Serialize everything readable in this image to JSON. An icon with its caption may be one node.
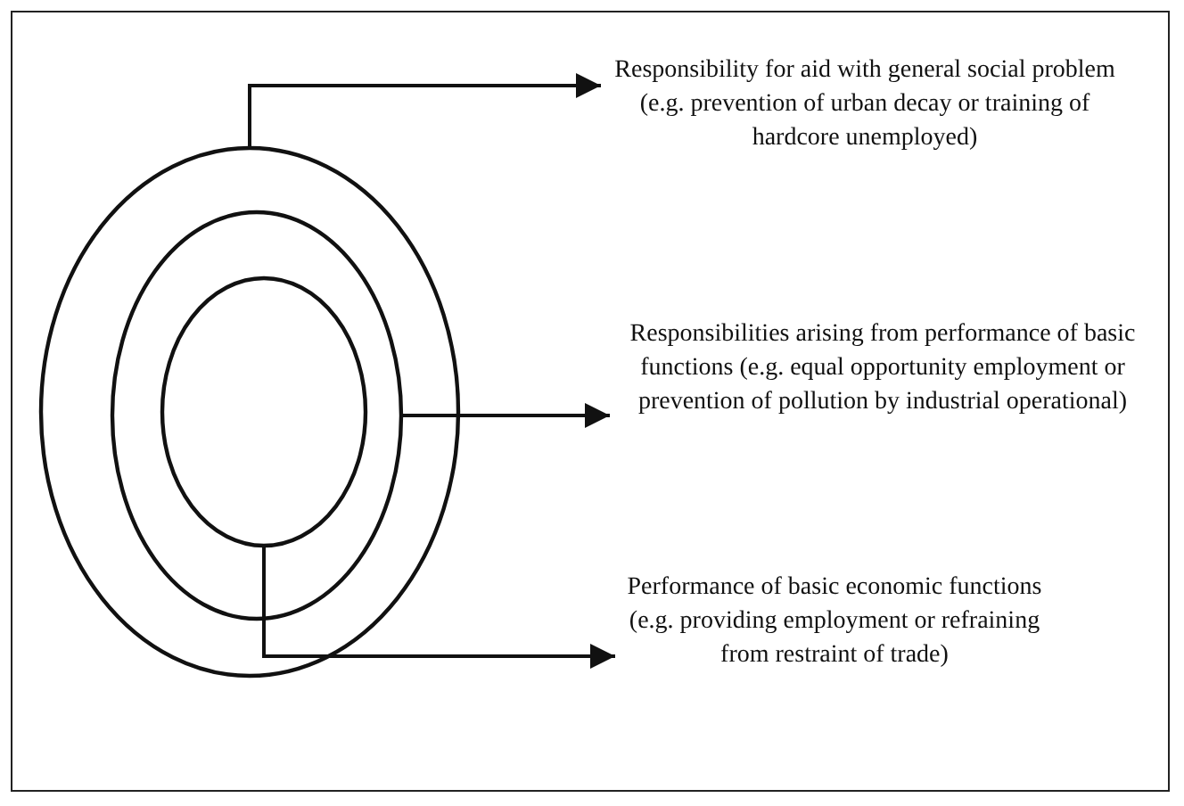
{
  "diagram": {
    "nodes": [
      {
        "text": [],
        "shape": "circle"
      },
      {
        "text": [],
        "shape": "circle",
        "in": 0
      },
      {
        "text": [],
        "shape": "circle",
        "in": 1
      },
      {
        "text": [
          "Responsibility for aid with general social problem (e.g. prevention of urban decay or training of hardcore unemployed)"
        ]
      },
      {
        "text": [
          "Responsibilities arising from performance of basic functions (e.g. equal opportunity employment or prevention of pollution by industrial operational)"
        ]
      },
      {
        "text": [
          "Performance of basic economic functions (e.g. providing employment or refraining from restraint of trade)"
        ]
      }
    ],
    "edges": [
      {
        "from": 0,
        "to": 3,
        "arrow": "to"
      },
      {
        "from": 1,
        "to": 4,
        "arrow": "to"
      },
      {
        "from": 2,
        "to": 5,
        "arrow": "to"
      }
    ]
  }
}
